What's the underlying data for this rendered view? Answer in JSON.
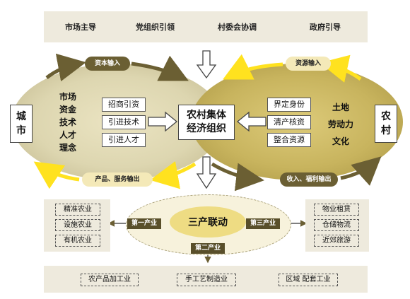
{
  "top_roles": [
    "市场主导",
    "党组织引领",
    "村委会协调",
    "政府引导"
  ],
  "left_region": {
    "label": "城市",
    "resources": [
      "市场",
      "资金",
      "技术",
      "人才",
      "理念"
    ],
    "actions": [
      "招商引资",
      "引进技术",
      "引进人才"
    ],
    "top_pill": "资本输入",
    "bottom_pill": "产品、服务输出"
  },
  "center_label": [
    "农村集体",
    "经济组织"
  ],
  "right_region": {
    "label": "农村",
    "resources": [
      "土地",
      "劳动力",
      "文化"
    ],
    "actions": [
      "界定身份",
      "清产核资",
      "整合资源"
    ],
    "top_pill": "资源输入",
    "bottom_pill": "收入、福利输出"
  },
  "hub": {
    "title": "三产联动",
    "primary_label": "第一产业",
    "secondary_label": "第二产业",
    "tertiary_label": "第三产业"
  },
  "primary_industries": [
    "精准农业",
    "设施农业",
    "有机农业"
  ],
  "tertiary_industries": [
    "物业租赁",
    "仓储物流",
    "近郊旅游"
  ],
  "secondary_industries": [
    "农产品加工业",
    "手工艺制造业",
    "区域 配套工业"
  ],
  "colors": {
    "band": "#eeeadd",
    "left_ellipse": "#ddd6b0",
    "right_ellipse": "#c8b45e",
    "dark_olive": "#6b5f33",
    "yellow_arrow": "#ffe21f"
  }
}
